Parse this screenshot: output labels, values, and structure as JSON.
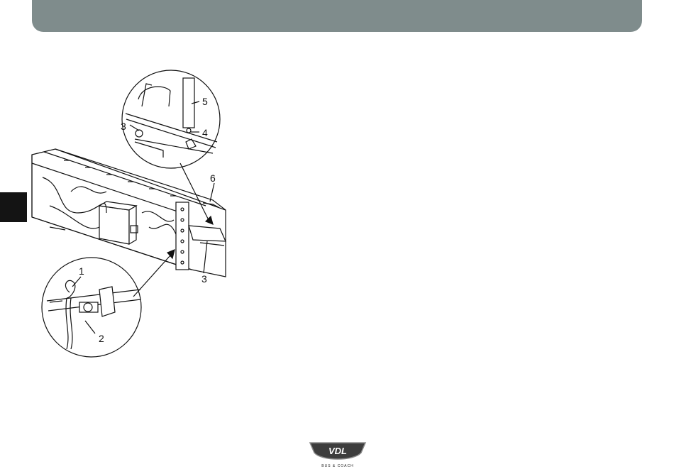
{
  "header": {
    "color": "#7f8c8c"
  },
  "section_tab": {
    "color": "#141414"
  },
  "figure": {
    "callouts": [
      "1",
      "2",
      "3",
      "3",
      "4",
      "5",
      "6"
    ]
  },
  "logo": {
    "mark_text": "VDL",
    "subtitle": "BUS & COACH"
  }
}
